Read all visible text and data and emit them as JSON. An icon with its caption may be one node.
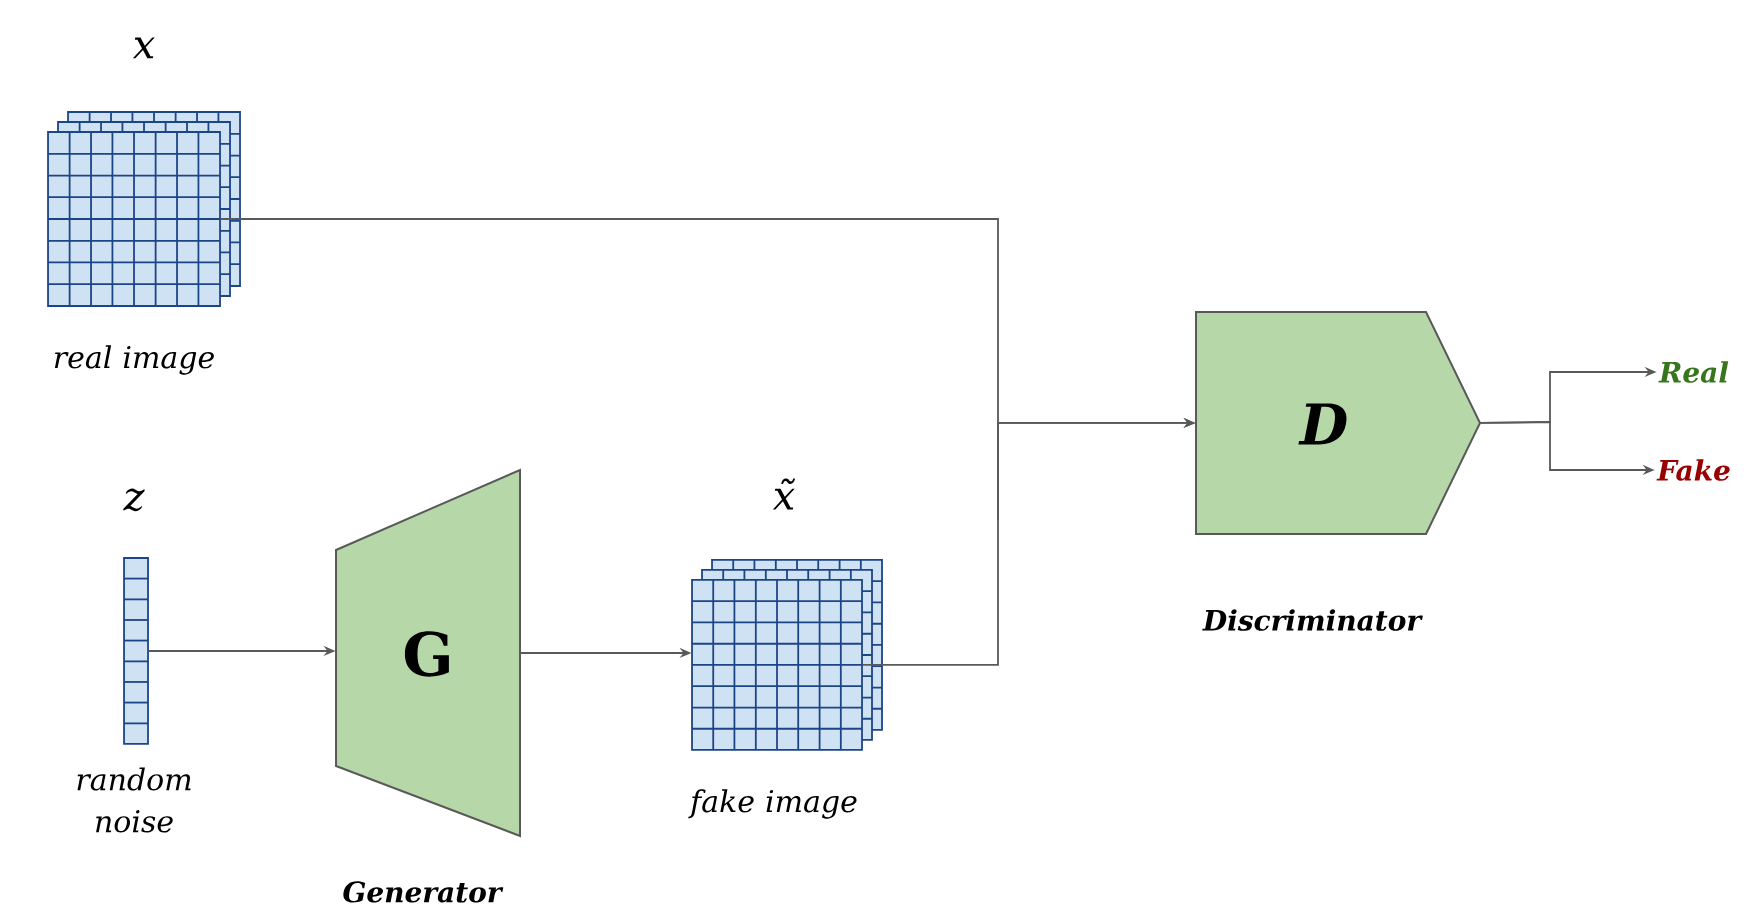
{
  "diagram": {
    "nodes": [
      {
        "text": [
          "x",
          "real image"
        ]
      },
      {
        "text": [
          "z",
          "random noise"
        ]
      },
      {
        "text": [
          "G",
          "Generator"
        ]
      },
      {
        "text": [
          "x̃",
          "fake image"
        ]
      },
      {
        "text": [
          "D",
          "Discriminator"
        ]
      },
      {
        "text": [
          "Real"
        ]
      },
      {
        "text": [
          "Fake"
        ]
      }
    ],
    "edges": [
      {
        "from": 0,
        "to": 4,
        "arrow": "to"
      },
      {
        "from": 1,
        "to": 2,
        "arrow": "to"
      },
      {
        "from": 2,
        "to": 3,
        "arrow": "to"
      },
      {
        "from": 3,
        "to": 4,
        "arrow": "to"
      },
      {
        "from": 4,
        "to": 5,
        "arrow": "to"
      },
      {
        "from": 4,
        "to": 6,
        "arrow": "to"
      }
    ]
  }
}
